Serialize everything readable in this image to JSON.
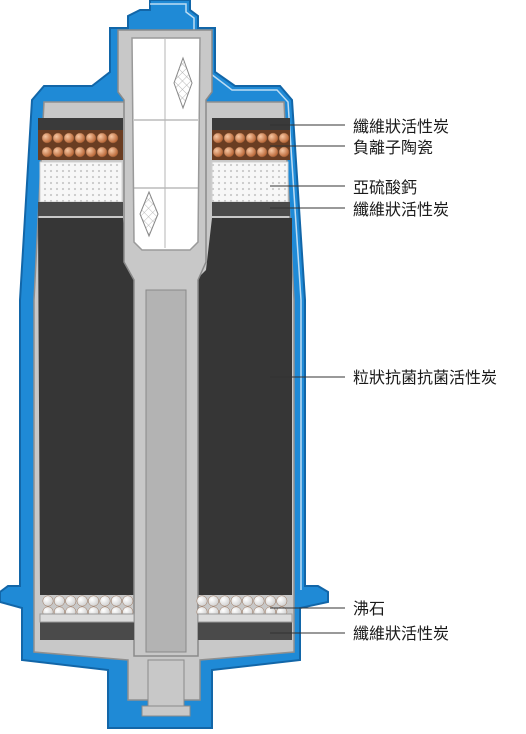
{
  "diagram": {
    "title": "",
    "labels": [
      {
        "id": "l1",
        "text": "纖維狀活性炭"
      },
      {
        "id": "l2",
        "text": "負離子陶瓷"
      },
      {
        "id": "l3",
        "text": "亞硫酸鈣"
      },
      {
        "id": "l4",
        "text": "纖維狀活性炭"
      },
      {
        "id": "l5",
        "text": "粒狀抗菌抗菌活性炭"
      },
      {
        "id": "l6",
        "text": "沸石"
      },
      {
        "id": "l7",
        "text": "纖維狀活性炭"
      }
    ]
  },
  "colors": {
    "housing_blue": "#1f8ad6",
    "housing_blue_dark": "#1266a8",
    "frame_gray": "#c8c8c8",
    "carbon": "#3a3a3a",
    "ceramic": "#d98b5a",
    "sulfite": "#f4f4f4",
    "zeolite": "#ffffff",
    "leader_line": "#333333"
  }
}
